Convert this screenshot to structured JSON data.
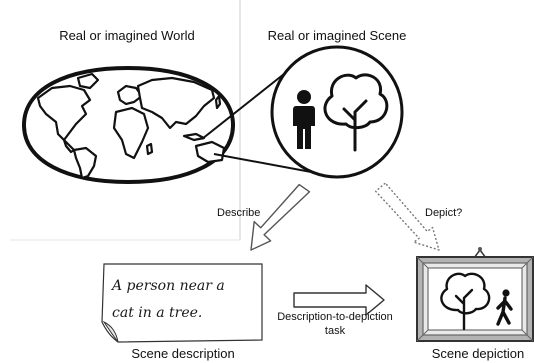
{
  "title_world": "Real or imagined World",
  "title_scene": "Real or imagined Scene",
  "label_describe": "Describe",
  "label_depict": "Depict?",
  "note_line1": "A person near a",
  "note_line2": "cat in a tree.",
  "task_line1": "Description-to-depiction",
  "task_line2": "task",
  "caption_description": "Scene description",
  "caption_depiction": "Scene depiction",
  "icons": [
    "world-map-icon",
    "person-icon",
    "tree-icon",
    "walking-person-icon",
    "picture-frame-icon"
  ]
}
